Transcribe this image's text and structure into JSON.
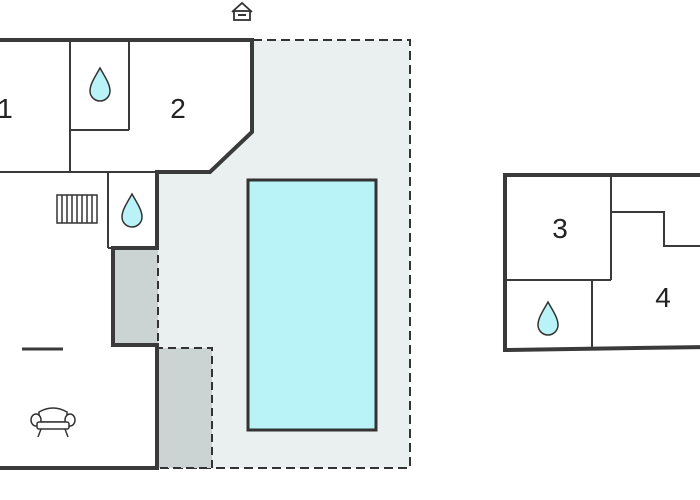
{
  "plan": {
    "rooms": [
      {
        "id": "room-1",
        "label": "1"
      },
      {
        "id": "room-2",
        "label": "2"
      },
      {
        "id": "room-3",
        "label": "3"
      },
      {
        "id": "room-4",
        "label": "4"
      }
    ],
    "icons": {
      "entrance": "house-entrance-icon",
      "bathroom": "water-drop-icon",
      "stairs": "stairs-icon",
      "sofa": "sofa-icon"
    },
    "colors": {
      "wall": "#3a3a3a",
      "pool": "#b9f2f7",
      "terrace": "#eaf0f0",
      "covered_terrace": "#cbd3d3",
      "floor": "#ffffff"
    }
  }
}
